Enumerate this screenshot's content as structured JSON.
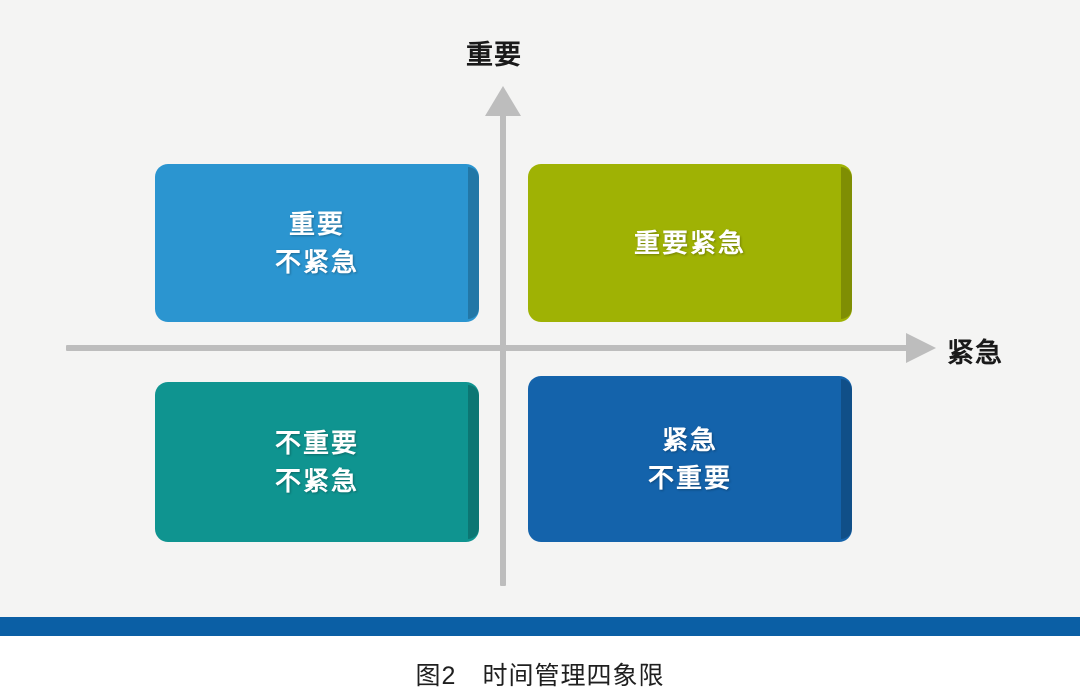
{
  "figure": {
    "caption": "图2　时间管理四象限",
    "background_color": "#f4f4f3",
    "axes": {
      "vertical_label": "重要",
      "horizontal_label": "紧急",
      "line_color": "#bdbdbd"
    },
    "quadrants": [
      {
        "id": "important-not-urgent",
        "position": "top-left",
        "lines": [
          "重要",
          "不紧急"
        ],
        "text": "重要\n不紧急",
        "color": "#2b95d0"
      },
      {
        "id": "important-urgent",
        "position": "top-right",
        "lines": [
          "重要紧急"
        ],
        "text": "重要紧急",
        "color": "#9fb204"
      },
      {
        "id": "not-important-not-urgent",
        "position": "bottom-left",
        "lines": [
          "不重要",
          "不紧急"
        ],
        "text": "不重要\n不紧急",
        "color": "#0f9490"
      },
      {
        "id": "urgent-not-important",
        "position": "bottom-right",
        "lines": [
          "紧急",
          "不重要"
        ],
        "text": "紧急\n不重要",
        "color": "#1463ab"
      }
    ],
    "divider_bar_color": "#0b5fa5"
  }
}
